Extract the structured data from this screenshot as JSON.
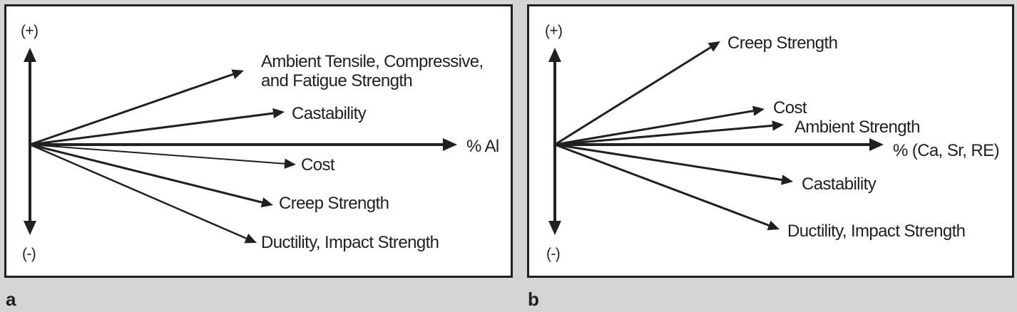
{
  "colors": {
    "ink": "#231f20",
    "background": "#d4d5d6",
    "panel": "#ffffff"
  },
  "panels": [
    {
      "id": "a",
      "letter": "a",
      "axis_positive": "(+)",
      "axis_negative": "(-)",
      "x_axis_label": "% Al",
      "trends": [
        {
          "label_lines": [
            "Ambient Tensile, Compressive,",
            "and Fatigue Strength"
          ],
          "direction": "increase",
          "relative_slope": 0.33
        },
        {
          "label_lines": [
            "Castability"
          ],
          "direction": "increase",
          "relative_slope": 0.13
        },
        {
          "label_lines": [
            "Cost"
          ],
          "direction": "decrease",
          "relative_slope": -0.07
        },
        {
          "label_lines": [
            "Creep Strength"
          ],
          "direction": "decrease",
          "relative_slope": -0.23
        },
        {
          "label_lines": [
            "Ductility, Impact Strength"
          ],
          "direction": "decrease",
          "relative_slope": -0.43
        }
      ]
    },
    {
      "id": "b",
      "letter": "b",
      "axis_positive": "(+)",
      "axis_negative": "(-)",
      "x_axis_label": "% (Ca, Sr, RE)",
      "trends": [
        {
          "label_lines": [
            "Creep Strength"
          ],
          "direction": "increase",
          "relative_slope": 0.62
        },
        {
          "label_lines": [
            "Cost"
          ],
          "direction": "increase",
          "relative_slope": 0.17
        },
        {
          "label_lines": [
            "Ambient Strength"
          ],
          "direction": "increase",
          "relative_slope": 0.09
        },
        {
          "label_lines": [
            "Castability"
          ],
          "direction": "decrease",
          "relative_slope": -0.15
        },
        {
          "label_lines": [
            "Ductility, Impact Strength"
          ],
          "direction": "decrease",
          "relative_slope": -0.37
        }
      ]
    }
  ]
}
